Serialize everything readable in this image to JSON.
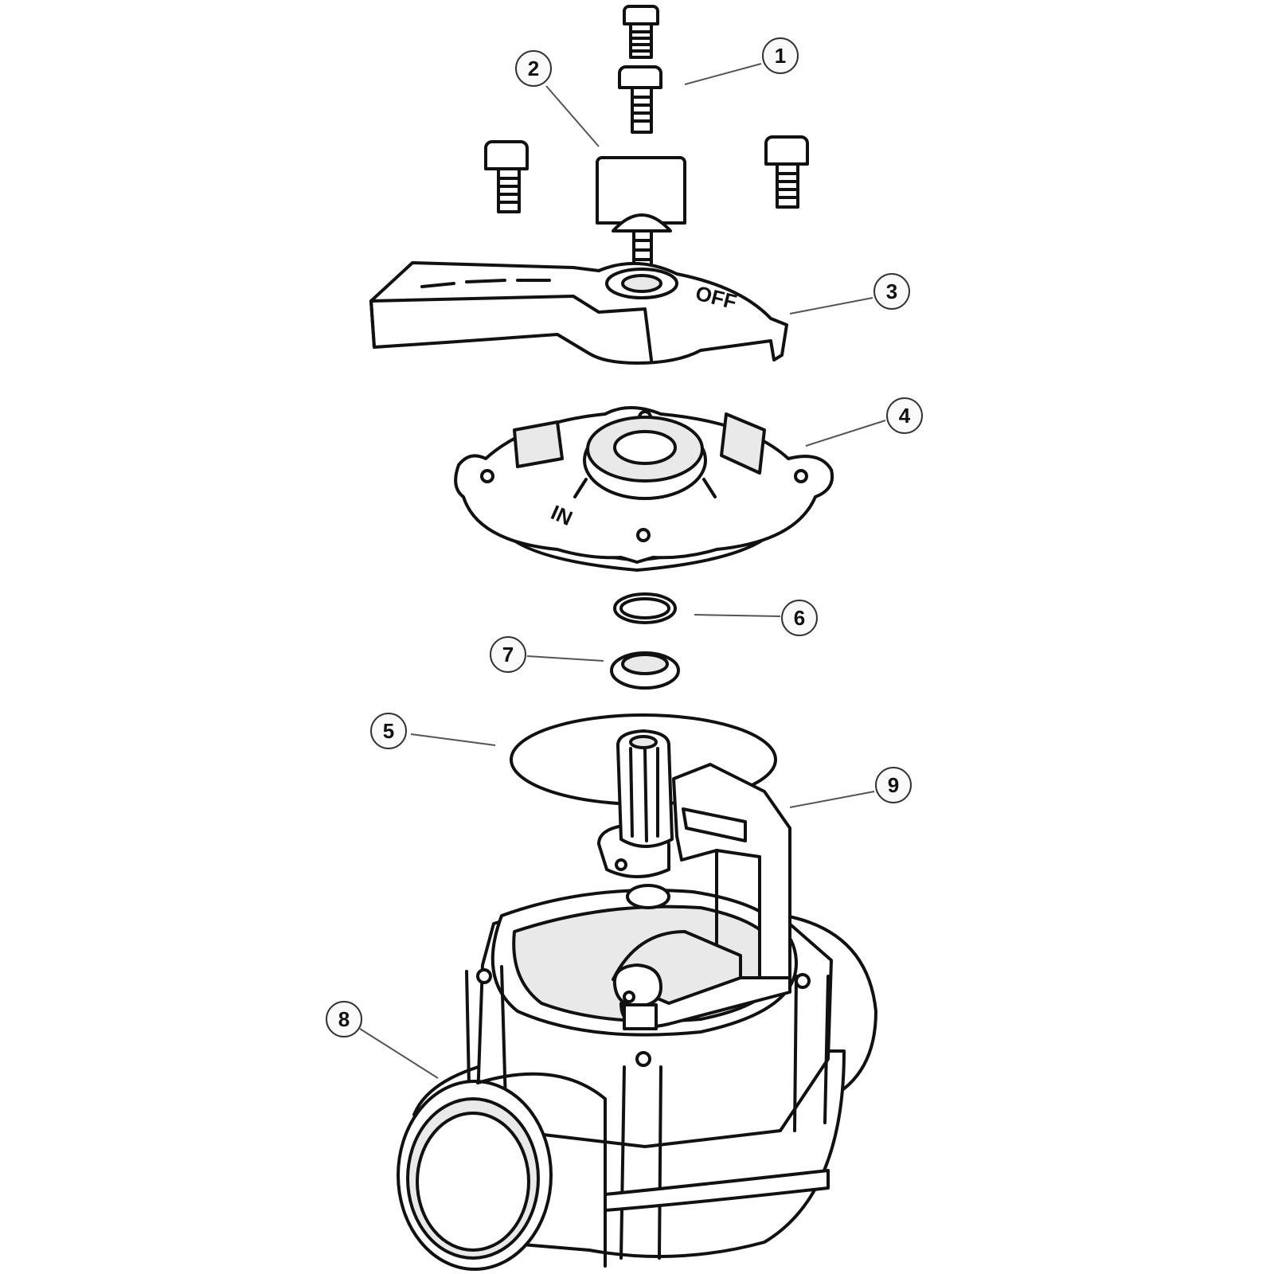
{
  "callouts": [
    "1",
    "2",
    "3",
    "4",
    "5",
    "6",
    "7",
    "8",
    "9"
  ],
  "part_markings": {
    "handle_mark": "OFF",
    "lid_mark": "IN"
  }
}
